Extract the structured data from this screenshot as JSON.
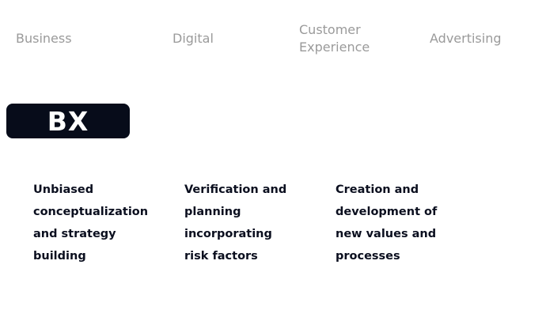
{
  "tabs": [
    {
      "label": "Business"
    },
    {
      "label": "Digital"
    },
    {
      "label": "Customer Experience"
    },
    {
      "label": "Advertising"
    }
  ],
  "badge": {
    "label": "BX"
  },
  "columns": [
    {
      "text": "Unbiased conceptualization and strategy building"
    },
    {
      "text": "Verification and planning incorporating risk factors"
    },
    {
      "text": "Creation and development of new values and processes"
    }
  ]
}
